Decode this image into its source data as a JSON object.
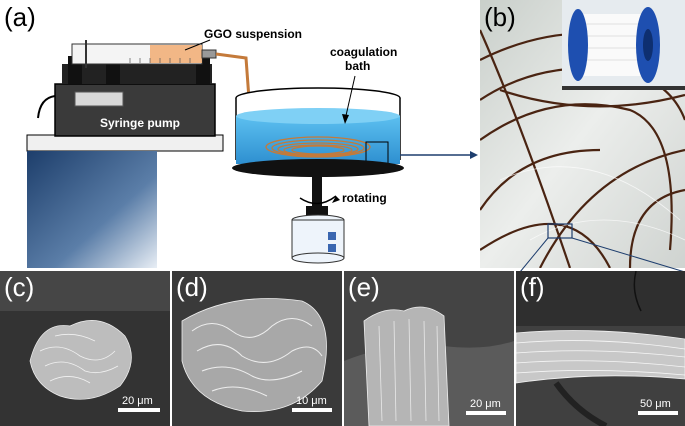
{
  "panels": {
    "a": {
      "label": "(a)"
    },
    "b": {
      "label": "(b)"
    },
    "c": {
      "label": "(c)",
      "scale_bar": "20 μm"
    },
    "d": {
      "label": "(d)",
      "scale_bar": "10 μm"
    },
    "e": {
      "label": "(e)",
      "scale_bar": "20 μm"
    },
    "f": {
      "label": "(f)",
      "scale_bar": "50 μm"
    }
  },
  "diagram": {
    "suspension_label": "GGO suspension",
    "pump_label": "Syringe pump",
    "bath_label_line1": "coagulation",
    "bath_label_line2": "bath",
    "rotating_label": "rotating"
  },
  "colors": {
    "water": "#3aa6e0",
    "fiber": "#6b3a1a",
    "suspension": "#f2b07a",
    "spool": "#1e4fb0"
  }
}
